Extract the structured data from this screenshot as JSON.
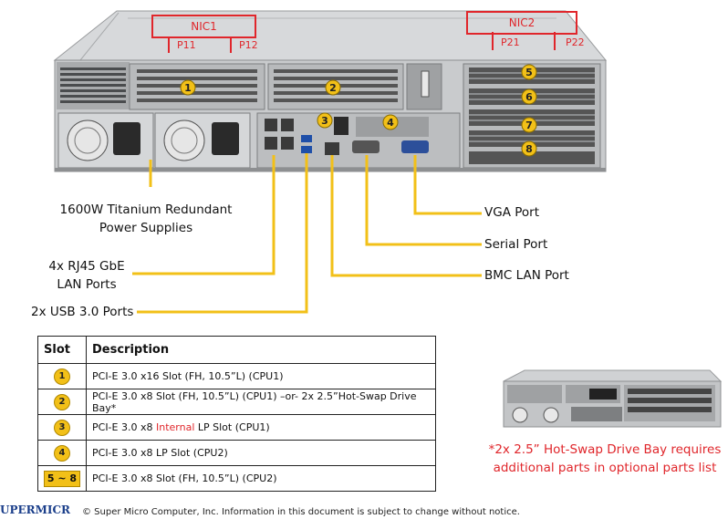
{
  "nics": [
    {
      "label": "NIC1",
      "ports": [
        "P11",
        "P12"
      ]
    },
    {
      "label": "NIC2",
      "ports": [
        "P21",
        "P22"
      ]
    }
  ],
  "slot_markers": [
    "1",
    "2",
    "3",
    "4",
    "5",
    "6",
    "7",
    "8"
  ],
  "callouts": {
    "power": "1600W Titanium Redundant Power Supplies",
    "power_l1": "1600W Titanium Redundant",
    "power_l2": "Power Supplies",
    "lan_l1": "4x RJ45 GbE",
    "lan_l2": "LAN Ports",
    "usb": "2x USB 3.0 Ports",
    "vga": "VGA Port",
    "serial": "Serial Port",
    "bmc": "BMC LAN Port"
  },
  "table": {
    "headers": [
      "Slot",
      "Description"
    ],
    "rows": [
      {
        "slot": "1",
        "desc_pre": "PCI-E 3.0 x16 Slot (FH, 10.5”L) (CPU1)",
        "desc_red": "",
        "desc_post": ""
      },
      {
        "slot": "2",
        "desc_pre": "PCI-E 3.0 x8 Slot (FH, 10.5”L) (CPU1) –or- 2x 2.5”Hot-Swap Drive Bay*",
        "desc_red": "",
        "desc_post": ""
      },
      {
        "slot": "3",
        "desc_pre": "PCI-E 3.0 x8 ",
        "desc_red": "Internal",
        "desc_post": " LP Slot  (CPU1)"
      },
      {
        "slot": "4",
        "desc_pre": "PCI-E 3.0 x8 LP Slot (CPU2)",
        "desc_red": "",
        "desc_post": ""
      },
      {
        "slot": "5 ~ 8",
        "desc_pre": "PCI-E 3.0 x8 Slot (FH, 10.5”L) (CPU2)",
        "desc_red": "",
        "desc_post": ""
      }
    ]
  },
  "note_l1": "*2x 2.5” Hot-Swap Drive Bay requires",
  "note_l2": "additional parts in optional parts list",
  "footer": "© Super Micro Computer, Inc. Information in this document is subject to change without notice.",
  "logo": "UPERMICR",
  "colors": {
    "accent": "#f2c018",
    "nic": "#e0262b",
    "chassis": "#c9cbcd"
  }
}
